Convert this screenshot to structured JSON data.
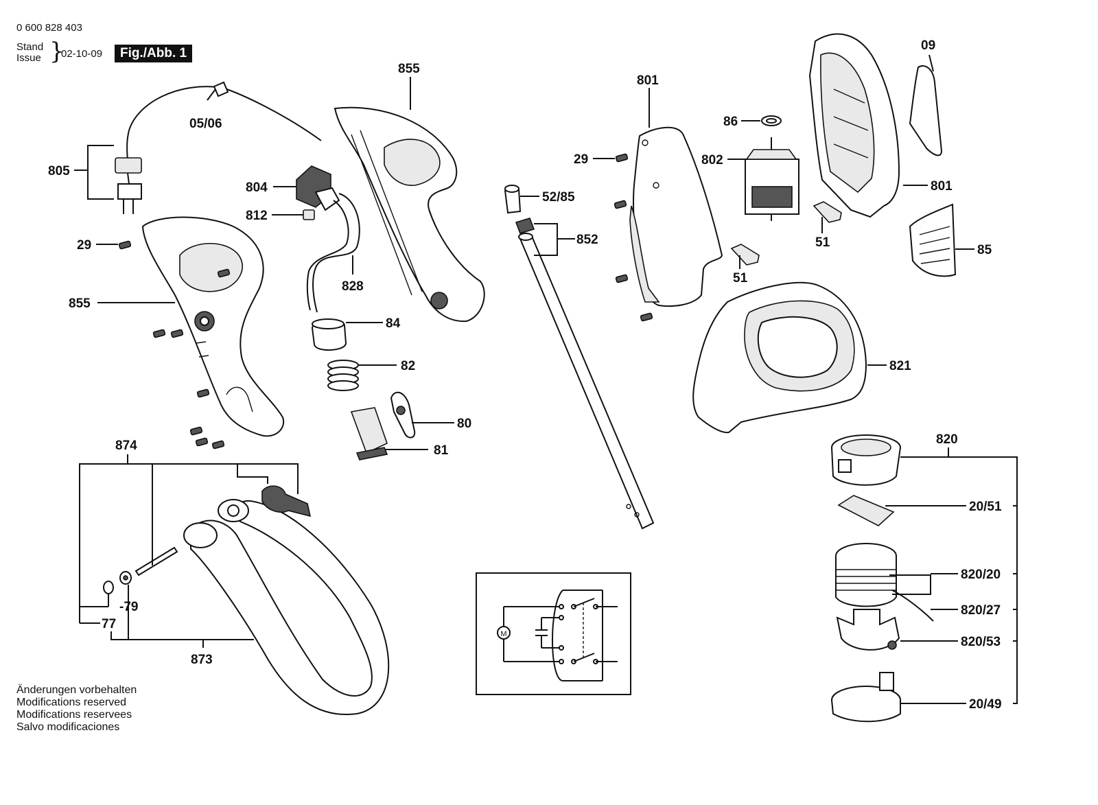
{
  "header": {
    "document_number": "0 600 828 403",
    "stand_label": "Stand",
    "issue_label": "Issue",
    "date": "02-10-09",
    "figure_label": "Fig./Abb. 1"
  },
  "notes": [
    "Änderungen vorbehalten",
    "Modifications reserved",
    "Modifications reservees",
    "Salvo modificaciones"
  ],
  "callouts": {
    "c_0506": "05/06",
    "c_805": "805",
    "c_29a": "29",
    "c_855a": "855",
    "c_804": "804",
    "c_812": "812",
    "c_828": "828",
    "c_855b": "855",
    "c_84": "84",
    "c_82": "82",
    "c_80": "80",
    "c_81": "81",
    "c_874": "874",
    "c_79": "79",
    "c_77": "77",
    "c_873": "873",
    "c_5285": "52/85",
    "c_852": "852",
    "c_801a": "801",
    "c_29b": "29",
    "c_86": "86",
    "c_802": "802",
    "c_51a": "51",
    "c_51b": "51",
    "c_09": "09",
    "c_801b": "801",
    "c_85": "85",
    "c_821": "821",
    "c_820": "820",
    "c_2051": "20/51",
    "c_82020": "820/20",
    "c_82027": "820/27",
    "c_82053": "820/53",
    "c_2049": "20/49"
  },
  "schematic": {
    "motor_symbol": "M"
  }
}
